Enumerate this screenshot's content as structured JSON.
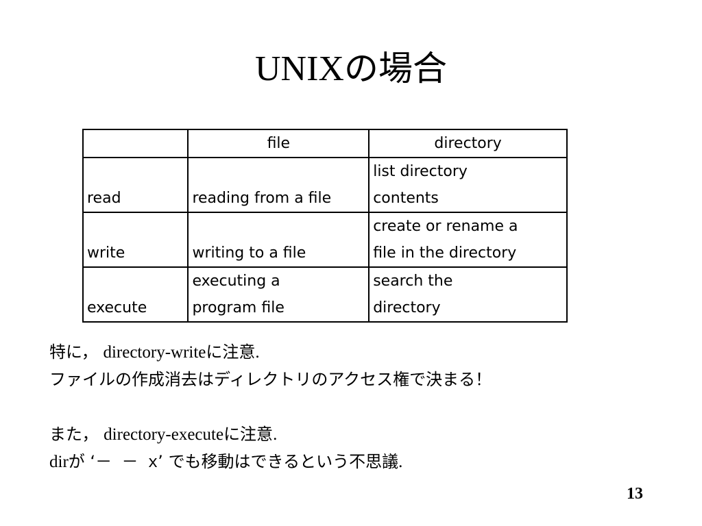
{
  "title": {
    "latin": "UNIX",
    "japanese": "の場合"
  },
  "table": {
    "headers": [
      "",
      "file",
      "directory"
    ],
    "rows": [
      {
        "label": "read",
        "file": [
          "reading from a file"
        ],
        "directory": [
          "list directory",
          "contents"
        ]
      },
      {
        "label": "write",
        "file": [
          "writing to a file"
        ],
        "directory": [
          "create or rename a",
          "file in the directory"
        ]
      },
      {
        "label": "execute",
        "file": [
          "executing a",
          "program file"
        ],
        "directory": [
          "search the",
          "directory"
        ]
      }
    ]
  },
  "notes": {
    "line1": {
      "prefix": "特に，",
      "term": "directory-write",
      "suffix": "に注意",
      "period": "."
    },
    "line2": "ファイルの作成消去はディレクトリのアクセス権で決まる！",
    "line3": {
      "prefix": "また，",
      "term": "directory-execute",
      "suffix": "に注意",
      "period": "."
    },
    "line4": {
      "dir": "dir",
      "ga": "が",
      "open_quote": "‘",
      "perm": "－ － x",
      "close_quote": "’",
      "suffix": "でも移動はできるという不思議",
      "period": "."
    }
  },
  "page_number": "13"
}
